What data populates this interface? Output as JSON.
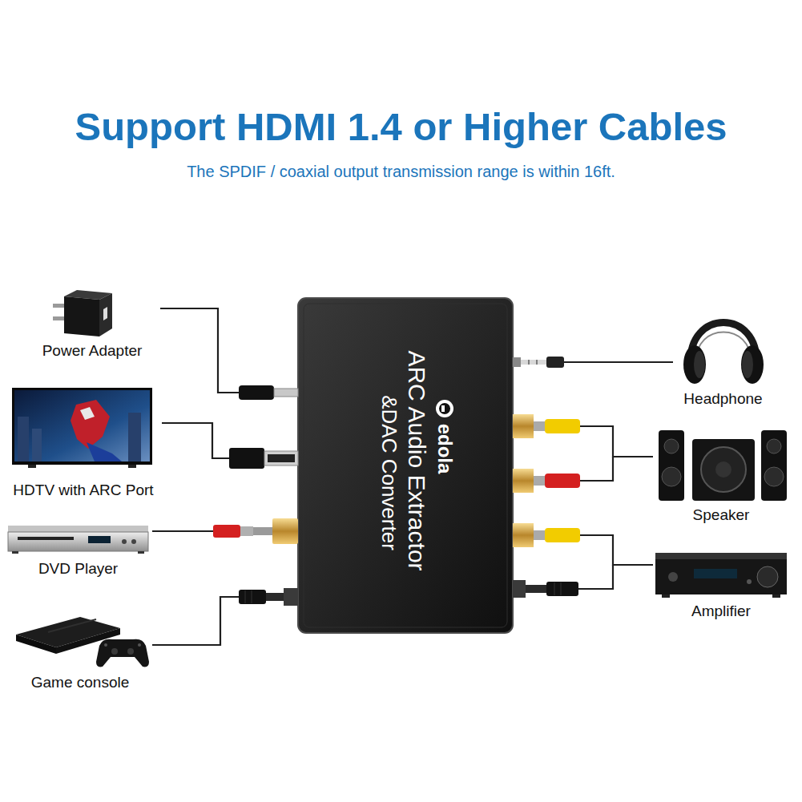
{
  "diagram": {
    "title": "Support HDMI 1.4 or Higher Cables",
    "nodes": [
      {
        "text": [
          "Power Adapter"
        ]
      },
      {
        "text": [
          "HDTV with ARC Port"
        ]
      },
      {
        "text": [
          "DVD Player"
        ]
      },
      {
        "text": [
          "Game console"
        ]
      },
      {
        "text": [
          "edola",
          "ARC Audio Extractor",
          "&DAC Converter"
        ]
      },
      {
        "text": [
          "Headphone"
        ]
      },
      {
        "text": [
          "Speaker"
        ]
      },
      {
        "text": [
          "Amplifier"
        ]
      }
    ],
    "edges": [
      {
        "from": 0,
        "to": 4,
        "arrow": "none"
      },
      {
        "from": 1,
        "to": 4,
        "arrow": "none"
      },
      {
        "from": 2,
        "to": 4,
        "arrow": "none"
      },
      {
        "from": 3,
        "to": 4,
        "arrow": "none"
      },
      {
        "from": 4,
        "to": 5,
        "arrow": "none"
      },
      {
        "from": 4,
        "to": 6,
        "arrow": "none"
      },
      {
        "from": 4,
        "to": 7,
        "arrow": "none"
      }
    ],
    "labels": [
      "The SPDIF / coaxial output transmission range is within 16ft."
    ]
  }
}
